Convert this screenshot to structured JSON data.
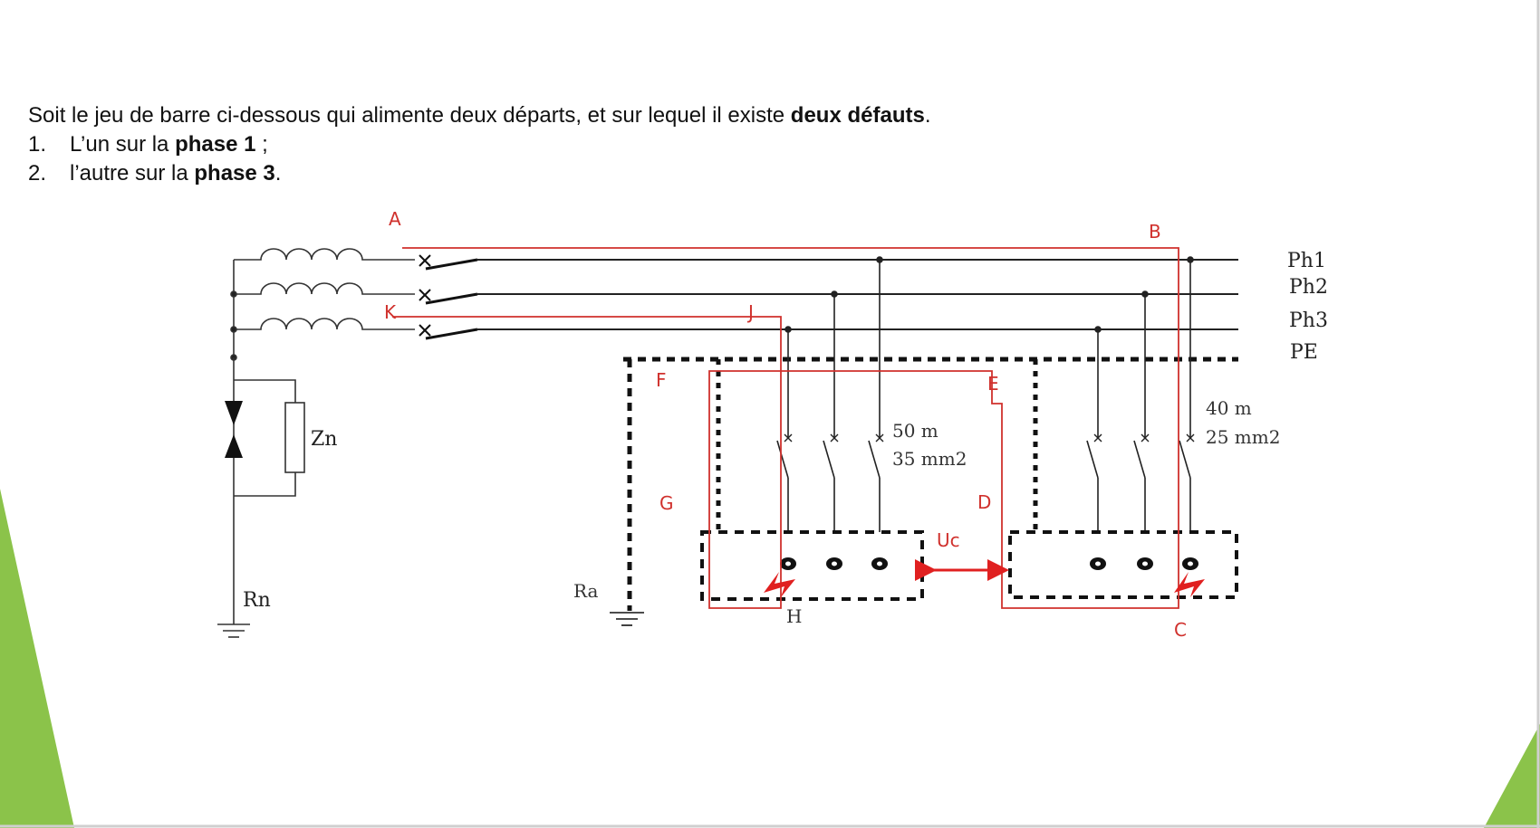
{
  "intro": {
    "line_1": {
      "before": "Soit le jeu de barre ci-dessous qui alimente deux départs, et sur lequel il existe ",
      "bold": "deux défauts",
      "after": "."
    },
    "items": [
      {
        "number": "1.",
        "before": "L’un sur la ",
        "bold": "phase 1",
        "after": " ;"
      },
      {
        "number": "2.",
        "before": "l’autre sur la ",
        "bold": "phase 3",
        "after": "."
      }
    ]
  },
  "diagram": {
    "bus_labels": {
      "ph1": "Ph1",
      "ph2": "Ph2",
      "ph3": "Ph3",
      "pe": "PE"
    },
    "point_labels": {
      "A": "A",
      "B": "B",
      "C": "C",
      "D": "D",
      "E": "E",
      "F": "F",
      "G": "G",
      "H": "H",
      "J": "J",
      "K": "K"
    },
    "impedance_label": "Zn",
    "neutral_earth_label": "Rn",
    "load_earth_label": "Ra",
    "touch_voltage_label": "Uc",
    "cable_left": {
      "length": "50 m",
      "section": "35 mm2"
    },
    "cable_right": {
      "length": "40 m",
      "section": "25 mm2"
    },
    "colors": {
      "fault_loop": "#d0312d",
      "wiring": "#222222",
      "accent_green": "#8bc34a"
    }
  }
}
